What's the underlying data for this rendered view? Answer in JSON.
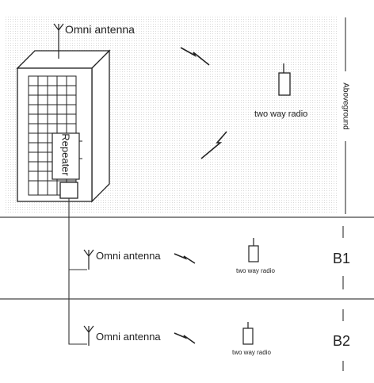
{
  "top": {
    "antenna_label": "Omni antenna",
    "repeater_label": "Repeater",
    "radio_label": "two way radio",
    "side_label": "Aboveground"
  },
  "floors": [
    {
      "antenna_label": "Omni antenna",
      "radio_label": "two way radio",
      "level_label": "B1"
    },
    {
      "antenna_label": "Omni antenna",
      "radio_label": "two way radio",
      "level_label": "B2"
    }
  ],
  "colors": {
    "line": "#333333",
    "dots": "#d9d9d9"
  },
  "icons": [
    "antenna-icon",
    "radio-icon",
    "lightning-icon",
    "building-icon"
  ]
}
